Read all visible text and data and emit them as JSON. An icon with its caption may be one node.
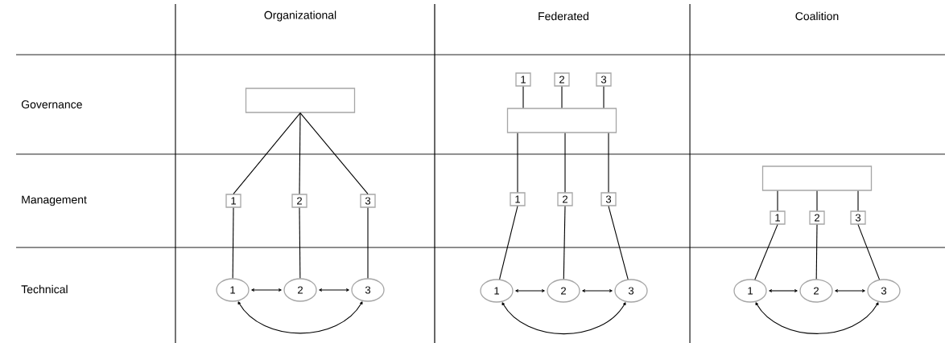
{
  "diagram": {
    "nodes": [
      {
        "text": [],
        "shape": "box"
      },
      {
        "text": [
          "1"
        ]
      },
      {
        "text": [
          "2"
        ]
      },
      {
        "text": [
          "3"
        ]
      },
      {
        "text": [
          "1"
        ]
      },
      {
        "text": [
          "2"
        ]
      },
      {
        "text": [
          "3"
        ]
      },
      {
        "text": [
          "1"
        ]
      },
      {
        "text": [
          "2"
        ]
      },
      {
        "text": [
          "3"
        ]
      },
      {
        "text": [],
        "shape": "box"
      },
      {
        "text": [
          "1"
        ]
      },
      {
        "text": [
          "2"
        ]
      },
      {
        "text": [
          "3"
        ]
      },
      {
        "text": [
          "1"
        ]
      },
      {
        "text": [
          "2"
        ]
      },
      {
        "text": [
          "3"
        ]
      },
      {
        "text": [],
        "shape": "box"
      },
      {
        "text": [
          "1"
        ]
      },
      {
        "text": [
          "2"
        ]
      },
      {
        "text": [
          "3"
        ]
      },
      {
        "text": [
          "1"
        ]
      },
      {
        "text": [
          "2"
        ]
      },
      {
        "text": [
          "3"
        ]
      }
    ],
    "edges": [
      {
        "from": 0,
        "to": 1,
        "arrow": "none"
      },
      {
        "from": 0,
        "to": 2,
        "arrow": "none"
      },
      {
        "from": 0,
        "to": 3,
        "arrow": "none"
      },
      {
        "from": 1,
        "to": 4,
        "arrow": "none"
      },
      {
        "from": 2,
        "to": 5,
        "arrow": "none"
      },
      {
        "from": 3,
        "to": 6,
        "arrow": "none"
      },
      {
        "from": 4,
        "to": 5,
        "arrow": "both"
      },
      {
        "from": 5,
        "to": 6,
        "arrow": "both"
      },
      {
        "from": 4,
        "to": 6,
        "arrow": "both"
      },
      {
        "from": 7,
        "to": 10,
        "arrow": "none"
      },
      {
        "from": 8,
        "to": 10,
        "arrow": "none"
      },
      {
        "from": 9,
        "to": 10,
        "arrow": "none"
      },
      {
        "from": 10,
        "to": 11,
        "arrow": "none"
      },
      {
        "from": 10,
        "to": 12,
        "arrow": "none"
      },
      {
        "from": 10,
        "to": 13,
        "arrow": "none"
      },
      {
        "from": 11,
        "to": 14,
        "arrow": "none"
      },
      {
        "from": 12,
        "to": 15,
        "arrow": "none"
      },
      {
        "from": 13,
        "to": 16,
        "arrow": "none"
      },
      {
        "from": 14,
        "to": 15,
        "arrow": "both"
      },
      {
        "from": 15,
        "to": 16,
        "arrow": "both"
      },
      {
        "from": 14,
        "to": 16,
        "arrow": "both"
      },
      {
        "from": 17,
        "to": 18,
        "arrow": "none"
      },
      {
        "from": 17,
        "to": 19,
        "arrow": "none"
      },
      {
        "from": 17,
        "to": 20,
        "arrow": "none"
      },
      {
        "from": 18,
        "to": 21,
        "arrow": "none"
      },
      {
        "from": 19,
        "to": 22,
        "arrow": "none"
      },
      {
        "from": 20,
        "to": 23,
        "arrow": "none"
      },
      {
        "from": 21,
        "to": 22,
        "arrow": "both"
      },
      {
        "from": 22,
        "to": 23,
        "arrow": "both"
      },
      {
        "from": 21,
        "to": 23,
        "arrow": "both"
      }
    ],
    "labels": [
      "Organizational",
      "Federated",
      "Coalition",
      "Governance",
      "Management",
      "Technical"
    ]
  }
}
